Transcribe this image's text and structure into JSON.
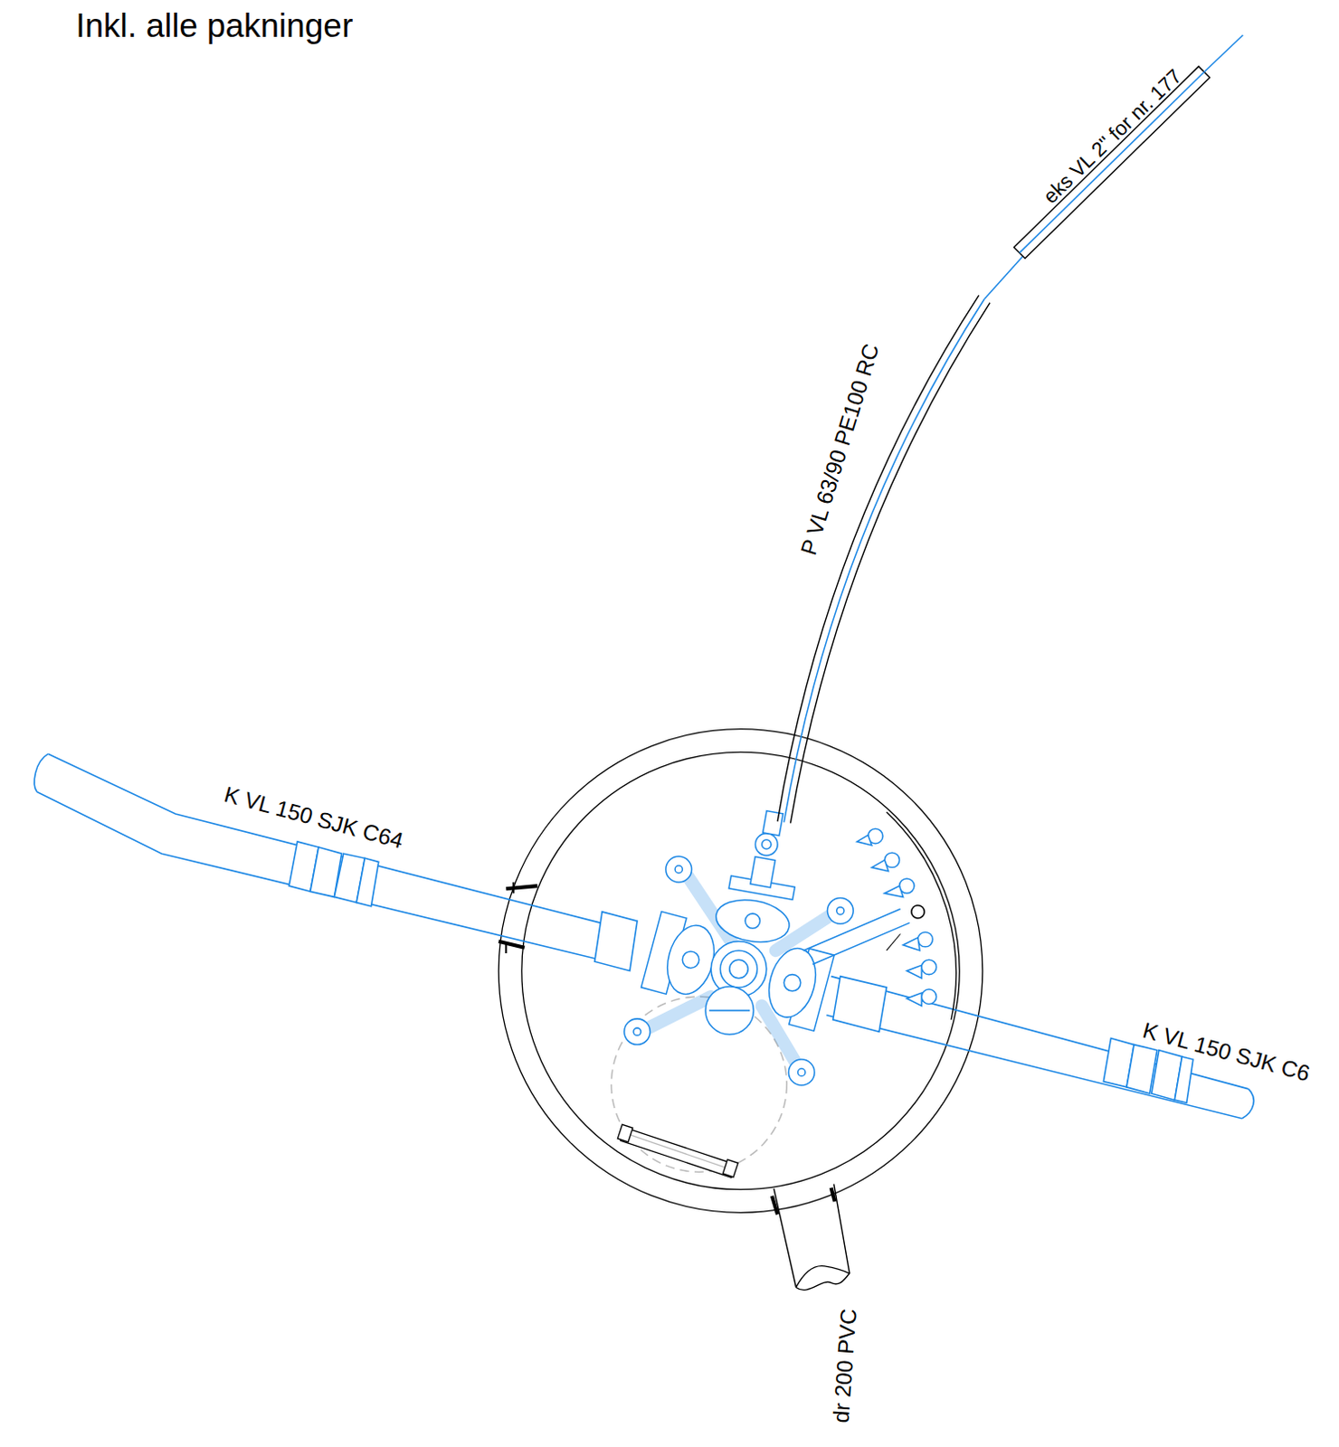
{
  "diagram": {
    "labels": [
      "Inkl. alle pakninger",
      "eks VL 2\" for nr. 177",
      "P VL 63/90 PE100 RC",
      "K VL 150 SJK C64",
      "K VL 150 SJK C6",
      "dr 200 PVC"
    ]
  }
}
